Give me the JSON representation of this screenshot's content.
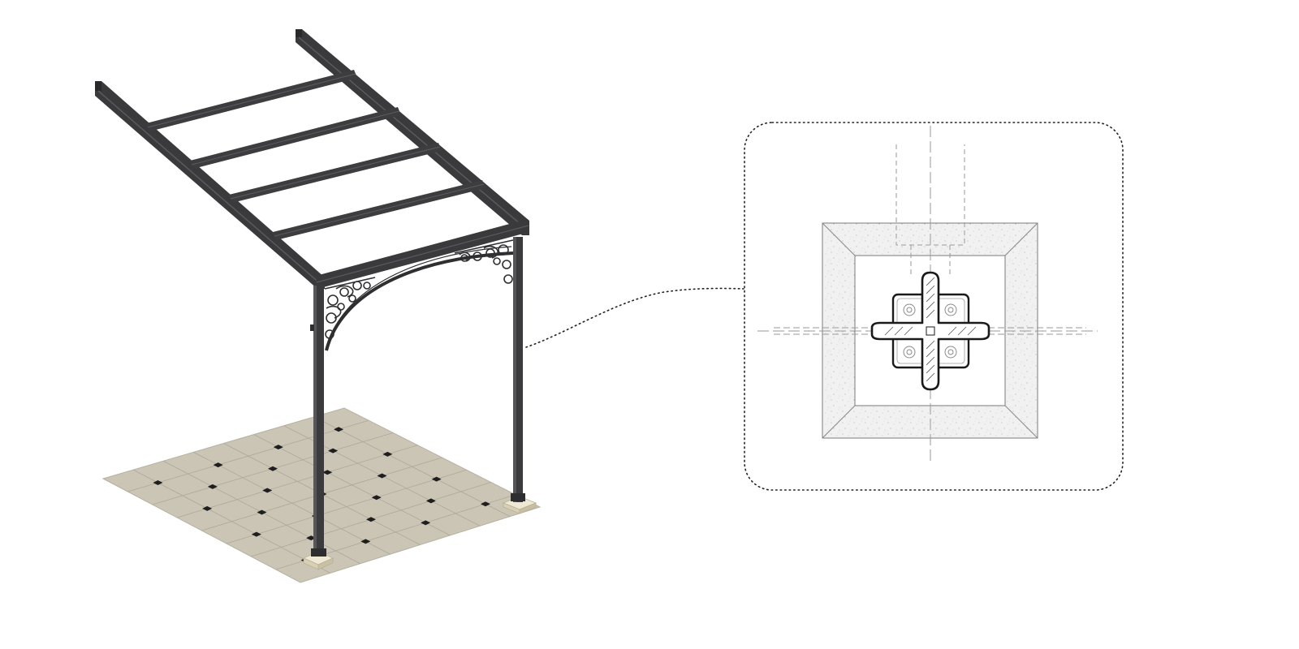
{
  "colors": {
    "background": "#ffffff",
    "steel": "#3b3b3d",
    "steel_dark": "#252527",
    "steel_light": "#5a5a5c",
    "paving": "#cbc5b6",
    "paving_line": "#aea899",
    "paving_insert": "#1e1e1e",
    "footing": "#e4dcc4",
    "concrete": "#ececec",
    "concrete_speckle": "#bdbdbd",
    "detail_line": "#1a1a1a",
    "center_line": "#9a9a9a",
    "leader": "#222222"
  },
  "scene": {
    "pergola": {
      "description_icon": "pergola-illustration",
      "beams": 2,
      "cross_bars": 4,
      "columns": 2,
      "ornamental_brackets": 2
    },
    "detail": {
      "description_icon": "column-base-section-detail",
      "frame_style": "dotted-rounded",
      "leader_style": "dotted"
    }
  }
}
